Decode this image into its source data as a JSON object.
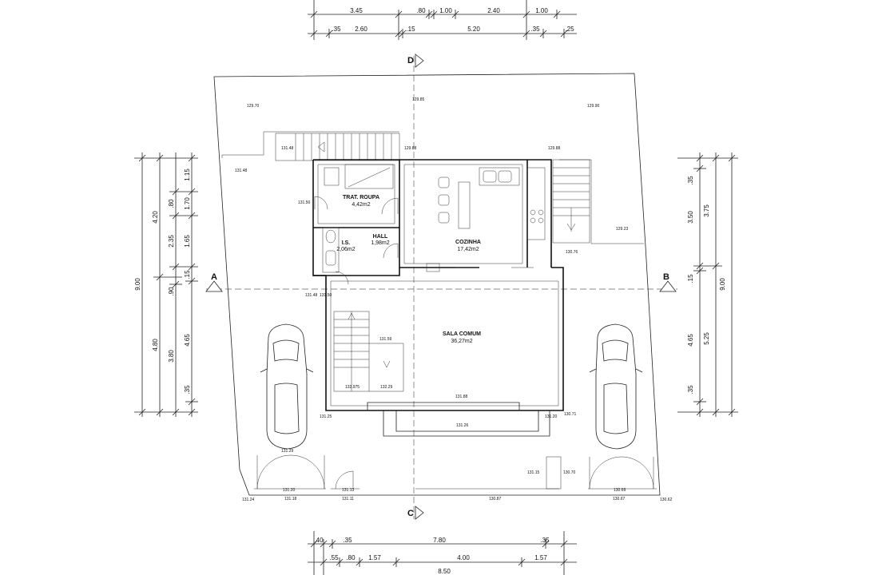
{
  "dimensions": {
    "top_row1": [
      "3.45",
      ".80",
      "1.00",
      "2.40",
      "1.00"
    ],
    "top_row2": [
      ".35",
      "2.60",
      ".15",
      "5.20",
      ".35",
      ".25"
    ],
    "bottom_row1": [
      ".40",
      ".35",
      "7.80",
      ".35"
    ],
    "bottom_row2": [
      ".55",
      ".80",
      "1.57",
      "4.00",
      "1.57"
    ],
    "bottom_total": "8.50",
    "left_col_total": "9.00",
    "left_col_a": [
      "4.20",
      "4.80"
    ],
    "left_col_b": [
      ".80",
      "2.35",
      ".90",
      "3.80"
    ],
    "left_col_c": [
      "1.15",
      "1.70",
      "1.65",
      ".15",
      "4.65",
      ".35"
    ],
    "right_col_total": "9.00",
    "right_col_a": [
      "3.75",
      "5.25"
    ],
    "right_col_b": [
      ".35",
      "3.50",
      ".15",
      "4.65",
      ".35"
    ]
  },
  "sections": {
    "a": "A",
    "b": "B",
    "c": "C",
    "d": "D"
  },
  "rooms": {
    "trat_roupa": {
      "name": "TRAT. ROUPA",
      "area": "4,42m2"
    },
    "hall": {
      "name": "HALL",
      "area": "1,98m2"
    },
    "is": {
      "name": "I.S.",
      "area": "2,06m2"
    },
    "cozinha": {
      "name": "COZINHA",
      "area": "17,42m2"
    },
    "sala_comum": {
      "name": "SALA COMUM",
      "area": "36,27m2"
    }
  },
  "levels": [
    "129.70",
    "129.85",
    "129.90",
    "131.48",
    "129.88",
    "129.88",
    "131.48",
    "131.50",
    "129.23",
    "130.76",
    "131.48",
    "131.50",
    "131.59",
    "132.975",
    "132.29",
    "131.88",
    "131.25",
    "131.26",
    "131.20",
    "130.71",
    "131.29",
    "131.20",
    "131.13",
    "131.15",
    "130.70",
    "130.69",
    "131.24",
    "131.18",
    "131.11",
    "130.87",
    "130.67",
    "130.62"
  ]
}
